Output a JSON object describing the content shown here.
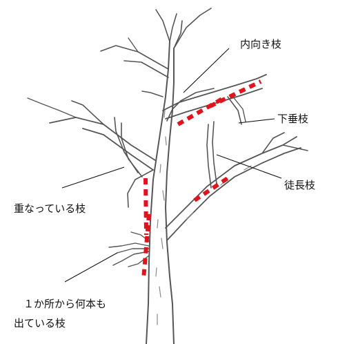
{
  "labels": {
    "inward_branch": "内向き枝",
    "drooping_branch": "下垂枝",
    "water_sprout": "徒長枝",
    "overlapping_branch": "重なっている枝",
    "cluster_line1": "１か所から何本も",
    "cluster_line2": "出ている枝"
  },
  "colors": {
    "cut_mark": "#e0141c",
    "sketch": "#555555",
    "leader": "#111111",
    "background": "#ffffff"
  }
}
